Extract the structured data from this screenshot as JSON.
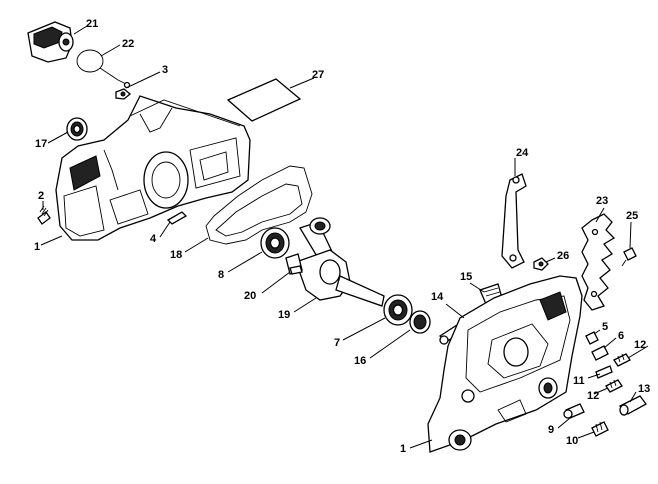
{
  "callouts": {
    "c1a": "1",
    "c1b": "1",
    "c2": "2",
    "c3": "3",
    "c4": "4",
    "c5": "5",
    "c6": "6",
    "c7": "7",
    "c8": "8",
    "c9": "9",
    "c10": "10",
    "c11": "11",
    "c12a": "12",
    "c12b": "12",
    "c13": "13",
    "c14": "14",
    "c15": "15",
    "c16": "16",
    "c17": "17",
    "c18": "18",
    "c19": "19",
    "c20": "20",
    "c21": "21",
    "c22": "22",
    "c23": "23",
    "c24": "24",
    "c25": "25",
    "c26": "26",
    "c27": "27"
  }
}
